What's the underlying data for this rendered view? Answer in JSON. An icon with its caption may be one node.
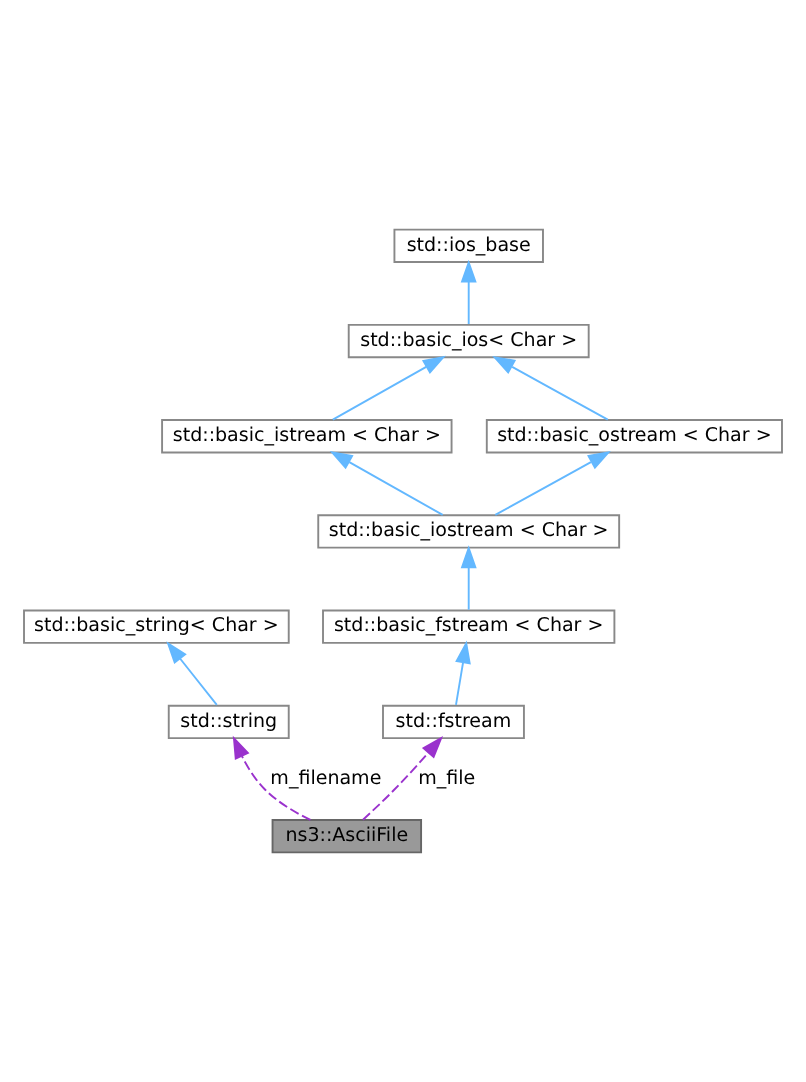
{
  "diagram": {
    "nodes": [
      {
        "text": [
          "std::ios_base"
        ]
      },
      {
        "text": [
          "std::basic_ios< Char >"
        ]
      },
      {
        "text": [
          "std::basic_istream < Char >"
        ]
      },
      {
        "text": [
          "std::basic_ostream < Char >"
        ]
      },
      {
        "text": [
          "std::basic_iostream < Char >"
        ]
      },
      {
        "text": [
          "std::basic_string< Char >"
        ]
      },
      {
        "text": [
          "std::basic_fstream < Char >"
        ]
      },
      {
        "text": [
          "std::string"
        ]
      },
      {
        "text": [
          "std::fstream"
        ]
      },
      {
        "text": [
          "ns3::AsciiFile"
        ]
      }
    ],
    "edges": [
      {
        "from": 1,
        "to": 0,
        "arrow": "to"
      },
      {
        "from": 2,
        "to": 1,
        "arrow": "to"
      },
      {
        "from": 3,
        "to": 1,
        "arrow": "to"
      },
      {
        "from": 4,
        "to": 2,
        "arrow": "to"
      },
      {
        "from": 4,
        "to": 3,
        "arrow": "to"
      },
      {
        "from": 6,
        "to": 4,
        "arrow": "to"
      },
      {
        "from": 7,
        "to": 5,
        "arrow": "to"
      },
      {
        "from": 8,
        "to": 6,
        "arrow": "to"
      },
      {
        "from": 9,
        "to": 7,
        "arrow": "to",
        "label": "m_filename",
        "style": "dashed",
        "color": "#9a32cd"
      },
      {
        "from": 9,
        "to": 8,
        "arrow": "to",
        "label": "m_file",
        "style": "dashed",
        "color": "#9a32cd"
      }
    ]
  }
}
